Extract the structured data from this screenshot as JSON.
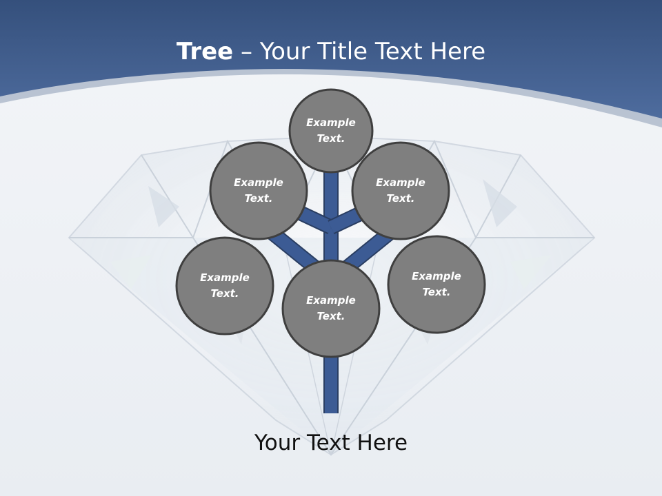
{
  "title": {
    "bold": "Tree",
    "separator": " – ",
    "rest": "Your Title Text Here"
  },
  "nodes": [
    {
      "id": "top",
      "label": "Example Text."
    },
    {
      "id": "upper-left",
      "label": "Example Text."
    },
    {
      "id": "upper-right",
      "label": "Example Text."
    },
    {
      "id": "lower-left",
      "label": "Example Text."
    },
    {
      "id": "center",
      "label": "Example Text."
    },
    {
      "id": "lower-right",
      "label": "Example Text."
    }
  ],
  "footer": {
    "text": "Your Text Here"
  },
  "colors": {
    "header": "#3f5d8f",
    "branch": "#3c5b94",
    "branch_stroke": "#2a3e62",
    "node_fill": "#7f7f7f",
    "node_stroke": "#3f3f3f"
  }
}
